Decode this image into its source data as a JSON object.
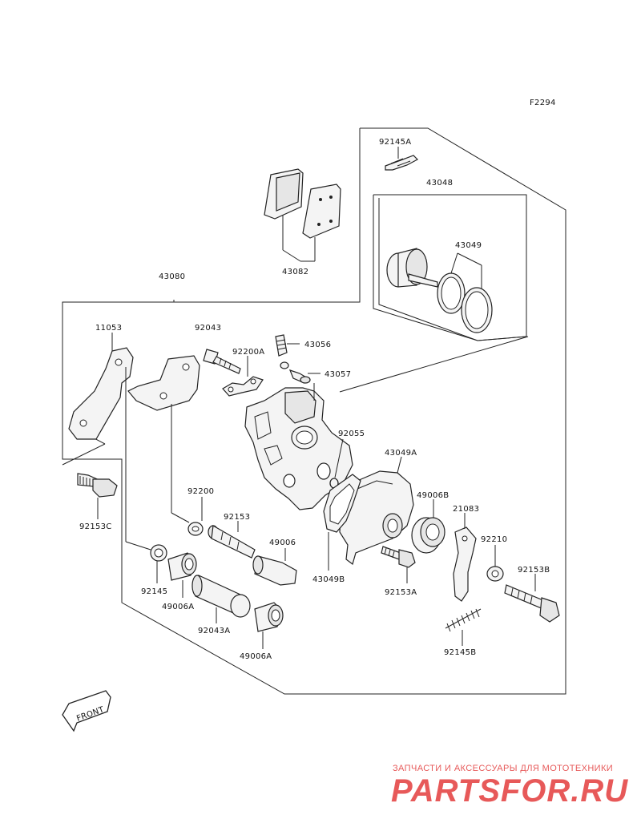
{
  "figure_code": "F2294",
  "labels": {
    "l92145A": "92145A",
    "l43048": "43048",
    "l43049": "43049",
    "l43082": "43082",
    "l43080": "43080",
    "l11053": "11053",
    "l92043": "92043",
    "l92200A": "92200A",
    "l43056": "43056",
    "l43057": "43057",
    "l92055": "92055",
    "l43049A": "43049A",
    "l92200": "92200",
    "l92153": "92153",
    "l49006": "49006",
    "l49006B": "49006B",
    "l21083": "21083",
    "l92210": "92210",
    "l92153C": "92153C",
    "l92145": "92145",
    "l49006A_1": "49006A",
    "l92043A": "92043A",
    "l49006A_2": "49006A",
    "l43049B": "43049B",
    "l92153A": "92153A",
    "l92153B": "92153B",
    "l92145B": "92145B"
  },
  "front_arrow_label": "FRONT",
  "watermark": {
    "tagline": "ЗАПЧАСТИ И АКСЕССУАРЫ ДЛЯ МОТОТЕХНИКИ",
    "logo": "PARTSFOR.RU"
  }
}
